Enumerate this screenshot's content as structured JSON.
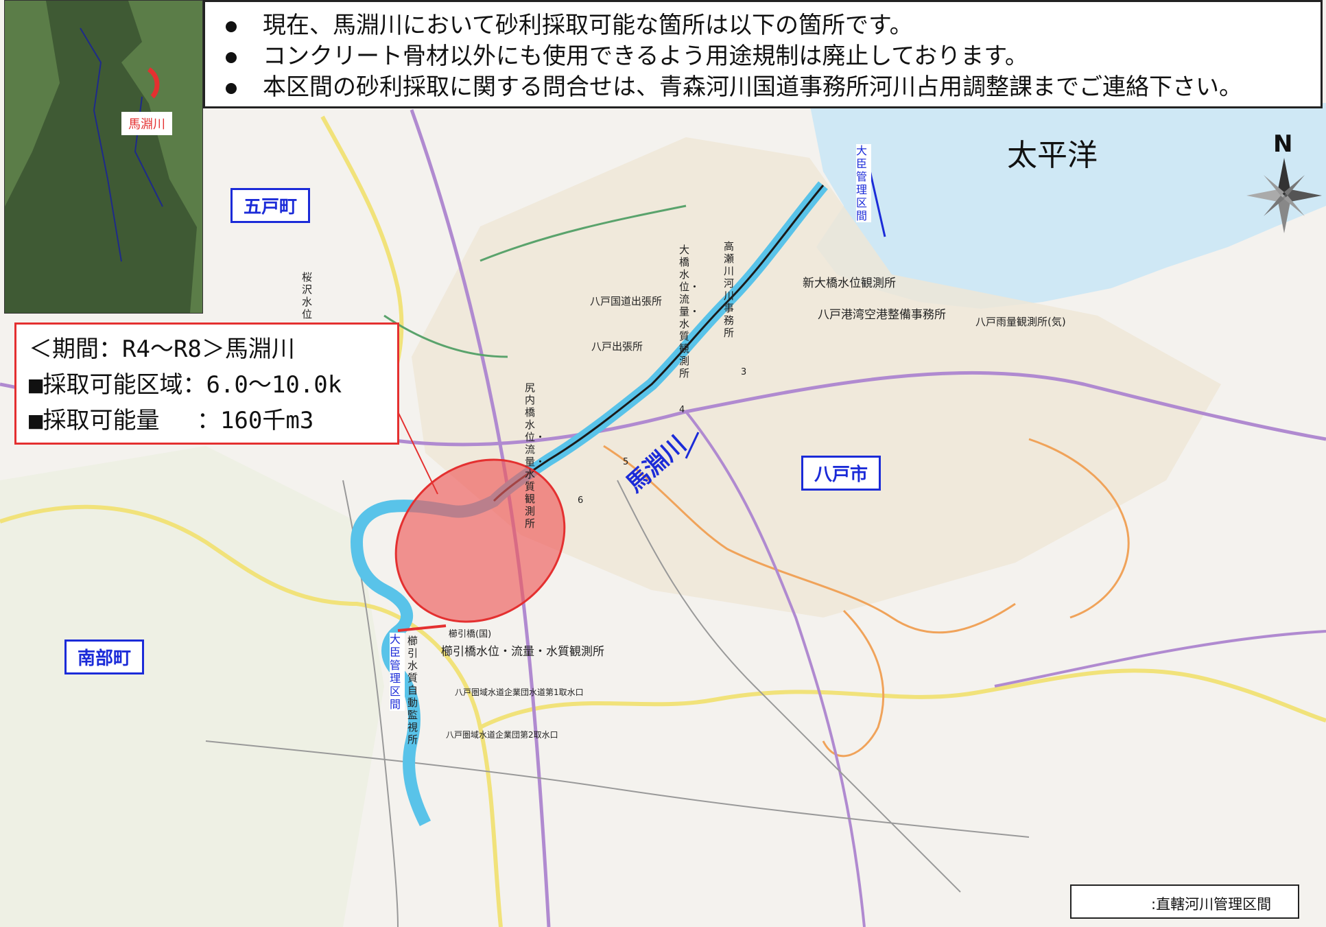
{
  "header": {
    "bullets": [
      "現在、馬淵川において砂利採取可能な箇所は以下の箇所です。",
      "コンクリート骨材以外にも使用できるよう用途規制は廃止しております。",
      "本区間の砂利採取に関する問合せは、青森河川国道事務所河川占用調整課までご連絡下さい。"
    ]
  },
  "inset_map": {
    "label": "馬淵川"
  },
  "info": {
    "period": "＜期間：R4～R8＞馬淵川",
    "area": "■採取可能区域：6.0～10.0k",
    "amount": "■採取可能量　 ：160千m3"
  },
  "map": {
    "ocean": "太平洋",
    "north": "N",
    "towns": {
      "gonohe": "五戸町",
      "hachinohe": "八戸市",
      "nanbu": "南部町"
    },
    "river_label": "馬淵川",
    "kanri_upper": "大臣管理区間",
    "kanri_lower": "大臣管理区間",
    "labels": {
      "takase_office": "高瀬川河川事務所",
      "kokudo": "八戸国道出張所",
      "shucchou": "八戸出張所",
      "port": "八戸港湾空港整備事務所",
      "rain": "八戸雨量観測所(気)",
      "shin_ohashi": "新大橋水位観測所",
      "ohashi": "大橋水位・流量・水質観測所",
      "shiriuchi": "尻内橋水位・流量・水質観測所",
      "kushibiki": "櫛引橋水位・流量・水質観測所",
      "kushibiki_auto": "櫛引水質自動監視所",
      "kushibikibashi": "櫛引橋(国)",
      "sakurasawa": "桜沢水位",
      "water1": "八戸圏域水道企業団水道第1取水口",
      "water2": "八戸圏域水道企業団第2取水口"
    },
    "distance_marks": [
      "3",
      "4",
      "5",
      "6"
    ]
  },
  "legend": {
    "text": ":直轄河川管理区間"
  },
  "colors": {
    "accent_red": "#e43030",
    "town_blue": "#1b2bd8",
    "river": "#59c3e9",
    "sea": "#cfe8f5"
  }
}
